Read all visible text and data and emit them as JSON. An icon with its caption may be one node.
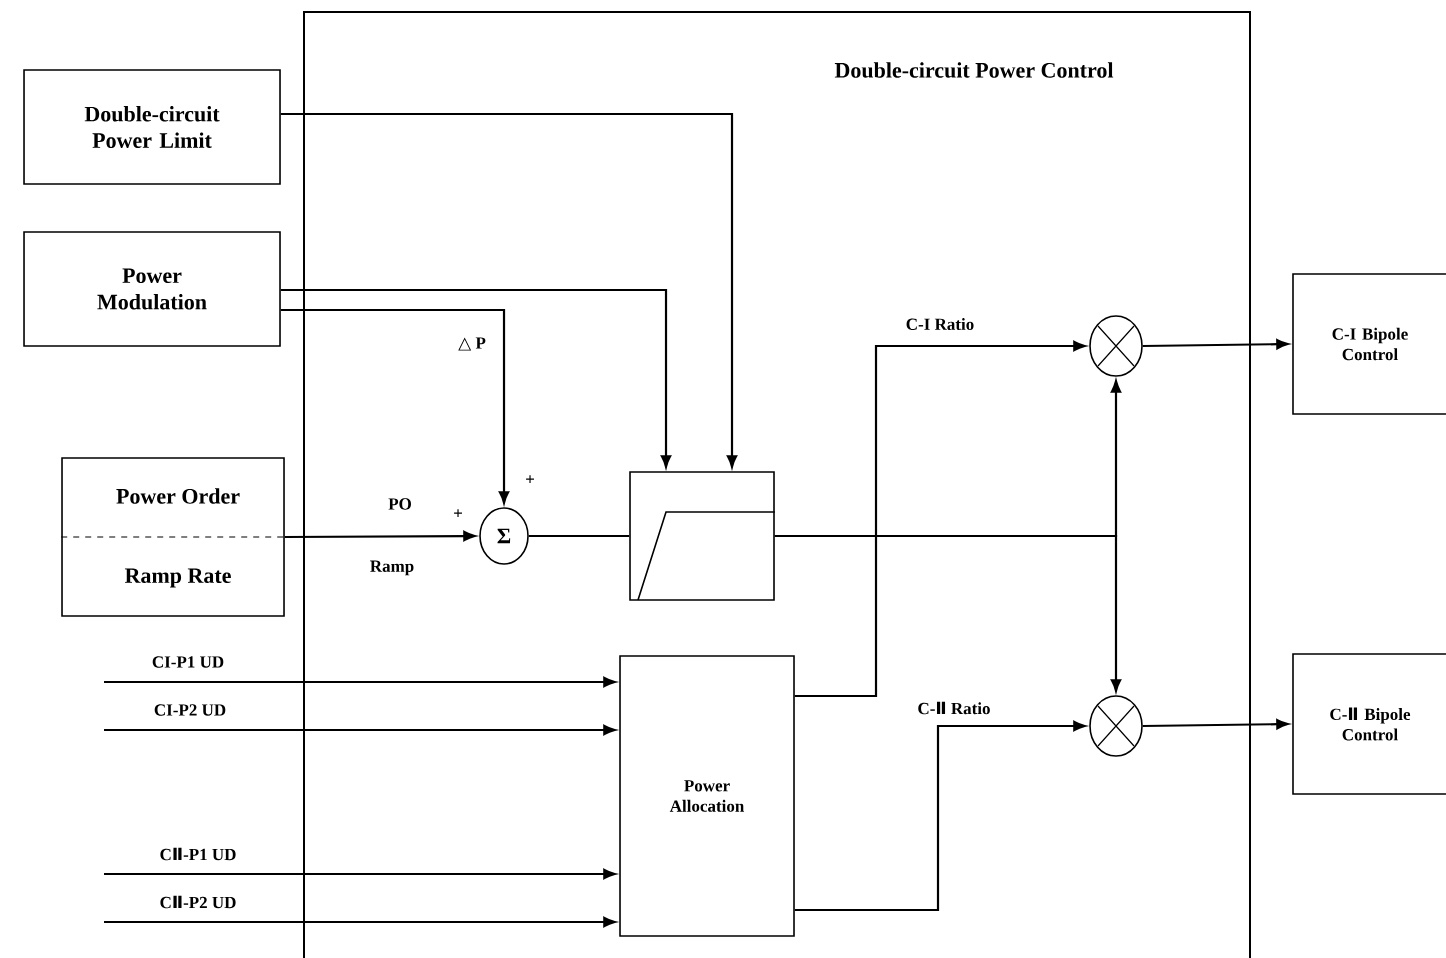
{
  "diagram": {
    "nodes": [
      {
        "text": [
          "Double-circuit Power Control"
        ]
      },
      {
        "text": [
          "Double-circuit Power Limit"
        ]
      },
      {
        "text": [
          "Power Modulation"
        ]
      },
      {
        "text": [
          "Power Order",
          "Ramp Rate"
        ]
      },
      {
        "text": [
          "Σ"
        ],
        "in": 0
      },
      {
        "text": [],
        "shape": "box",
        "in": 0
      },
      {
        "text": [
          "Power Allocation"
        ],
        "in": 0
      },
      {
        "text": [],
        "shape": "circle",
        "in": 0
      },
      {
        "text": [],
        "shape": "circle",
        "in": 0
      },
      {
        "text": [
          "C-I Bipole Control"
        ]
      },
      {
        "text": [
          "C-Ⅱ Bipole Control"
        ]
      }
    ],
    "edges": [
      {
        "from": 1,
        "to": 5,
        "arrow": "to"
      },
      {
        "from": 2,
        "to": 5,
        "arrow": "to"
      },
      {
        "from": 2,
        "to": 4,
        "arrow": "to",
        "label": "△ P"
      },
      {
        "from": 3,
        "to": 4,
        "arrow": "to",
        "label": "PO"
      },
      {
        "from": 4,
        "to": 5,
        "arrow": "none"
      },
      {
        "from": 5,
        "to": 7,
        "arrow": "to"
      },
      {
        "from": 5,
        "to": 8,
        "arrow": "to"
      },
      {
        "from": 6,
        "to": 7,
        "arrow": "to",
        "label": "C-I Ratio"
      },
      {
        "from": 6,
        "to": 8,
        "arrow": "to",
        "label": "C-Ⅱ Ratio"
      },
      {
        "from": 7,
        "to": 9,
        "arrow": "to"
      },
      {
        "from": 8,
        "to": 10,
        "arrow": "to"
      },
      {
        "from": null,
        "to": 6,
        "arrow": "to",
        "label": "CI-P1 UD"
      },
      {
        "from": null,
        "to": 6,
        "arrow": "to",
        "label": "CI-P2 UD"
      },
      {
        "from": null,
        "to": 6,
        "arrow": "to",
        "label": "CⅡ-P1 UD"
      },
      {
        "from": null,
        "to": 6,
        "arrow": "to",
        "label": "CⅡ-P2 UD"
      }
    ],
    "labels": [
      "+",
      "+",
      "Ramp"
    ]
  }
}
